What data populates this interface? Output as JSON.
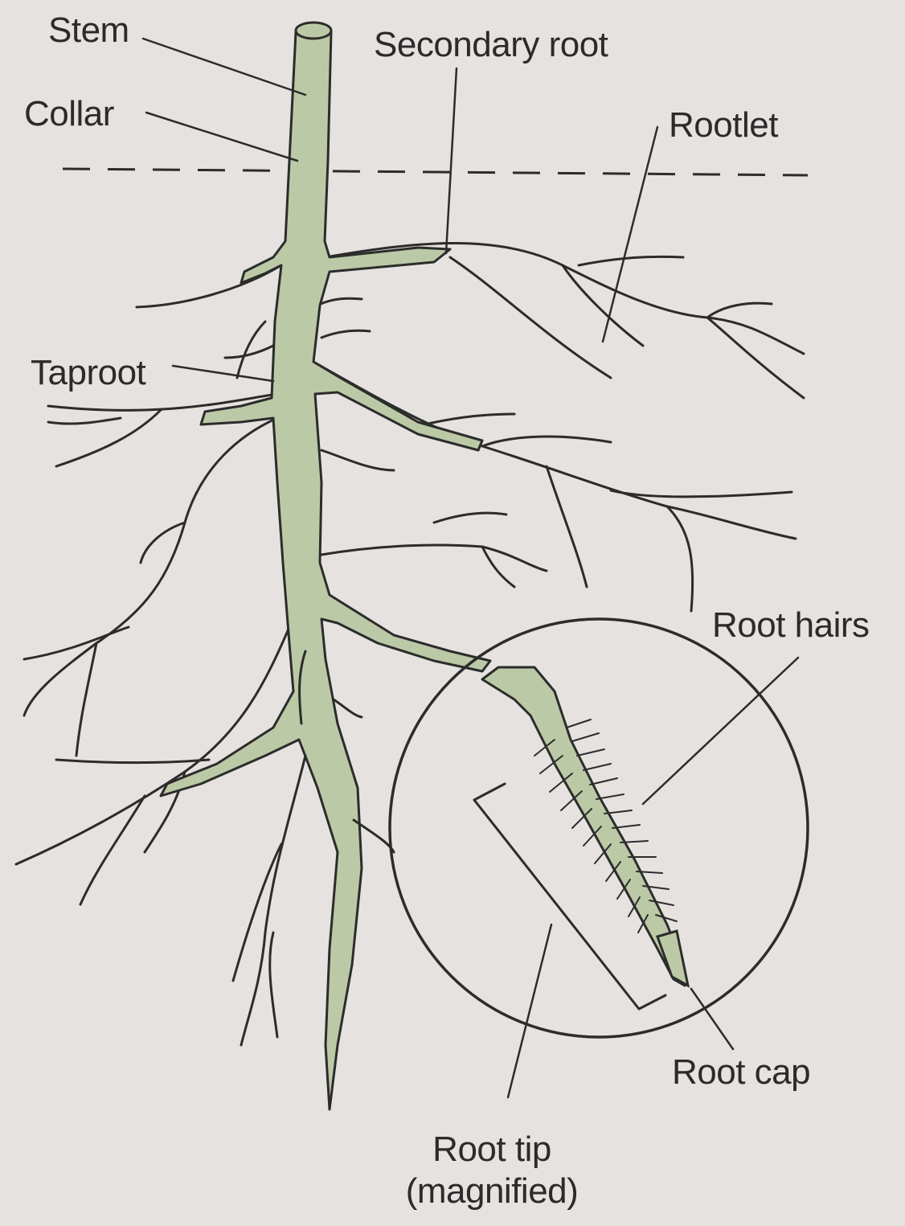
{
  "diagram": {
    "labels": {
      "stem": "Stem",
      "collar": "Collar",
      "secondary_root": "Secondary root",
      "rootlet": "Rootlet",
      "taproot": "Taproot",
      "root_hairs": "Root hairs",
      "root_cap": "Root cap",
      "root_tip_line1": "Root tip",
      "root_tip_line2": "(magnified)"
    },
    "colors": {
      "root_fill": "#bcc9a6",
      "ink": "#2c2c2c",
      "background": "#e6e2e0"
    }
  }
}
